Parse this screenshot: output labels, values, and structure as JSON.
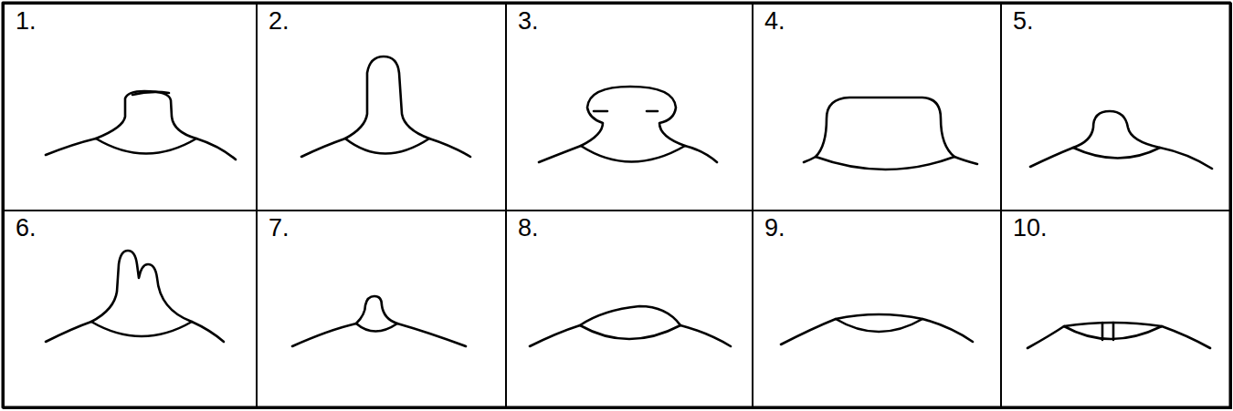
{
  "diagram": {
    "nodes": [
      {
        "text": [
          "1."
        ]
      },
      {
        "text": [
          "2."
        ]
      },
      {
        "text": [
          "3."
        ]
      },
      {
        "text": [
          "4."
        ]
      },
      {
        "text": [
          "5."
        ]
      },
      {
        "text": [
          "6."
        ]
      },
      {
        "text": [
          "7."
        ]
      },
      {
        "text": [
          "8."
        ]
      },
      {
        "text": [
          "9."
        ]
      },
      {
        "text": [
          "10."
        ]
      }
    ]
  }
}
